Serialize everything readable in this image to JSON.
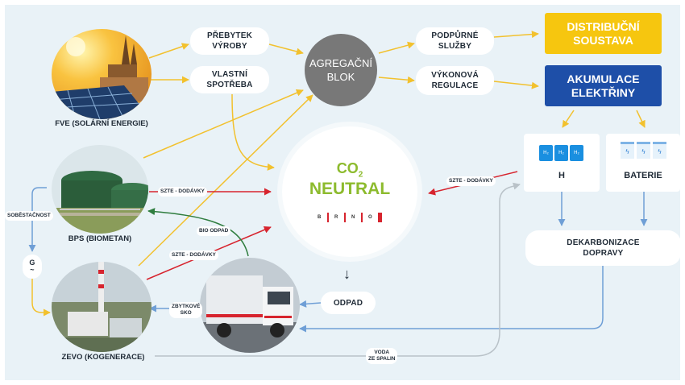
{
  "nodes": {
    "fve": "FVE (SOLÁRNÍ ENERGIE)",
    "bps": "BPS (BIOMETAN)",
    "zevo": "ZEVO (KOGENERACE)",
    "prebytek": "PŘEBYTEK\nVÝROBY",
    "vlastni": "VLASTNÍ\nSPOTŘEBA",
    "agregacni": "AGREGAČNÍ\nBLOK",
    "podpurne": "PODPŮRNÉ\nSLUŽBY",
    "vykonova": "VÝKONOVÁ\nREGULACE",
    "distribucni": "DISTRIBUČNÍ\nSOUSTAVA",
    "akumulace": "AKUMULACE\nELEKTŘINY",
    "h": "H",
    "baterie": "BATERIE",
    "dekarbonizace": "DEKARBONIZACE\nDOPRAVY",
    "odpad": "ODPAD",
    "g_symbol": "G",
    "g_tilde": "~"
  },
  "co2": {
    "line1": "CO",
    "sub": "2",
    "line2": "NEUTRAL",
    "brno": [
      "B",
      "R",
      "N",
      "O"
    ]
  },
  "hydrogen_cells": [
    "H₂",
    "H₂",
    "H₂"
  ],
  "battery_icon": "ϟ",
  "tags": {
    "szte_bps": "SZTE - DODÁVKY",
    "szte_h": "SZTE - DODÁVKY",
    "szte_zevo": "SZTE - DODÁVKY",
    "bio_odpad": "BIO ODPAD",
    "sobestacnost": "SOBĚSTAČNOST",
    "zbytkove": "ZBYTKOVÉ\nSKO",
    "voda": "VODA\nZE SPALIN"
  },
  "arrow_down": "↓",
  "colors": {
    "yellow": "#f2c12e",
    "red": "#d7242e",
    "green": "#2f7d3f",
    "blue": "#6f9fd6",
    "grey": "#b9c2c8",
    "distribucni": "#f6c60f",
    "akumulace": "#1e4fa8",
    "agregacni": "#787878",
    "co2_green": "#8dbb2e"
  }
}
